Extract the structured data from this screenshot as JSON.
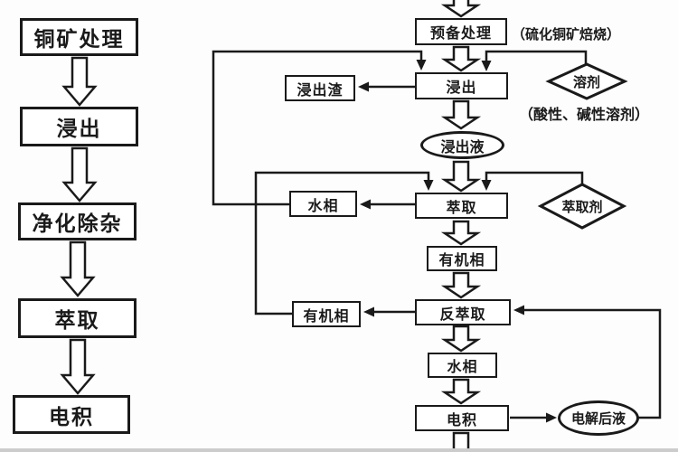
{
  "colors": {
    "line": "#1a1a1a",
    "background": "#fdfdfd",
    "node_fill": "#ffffff"
  },
  "left_flow": {
    "nodes": [
      {
        "label": "铜矿处理"
      },
      {
        "label": "浸出"
      },
      {
        "label": "净化除杂"
      },
      {
        "label": "萃取"
      },
      {
        "label": "电积"
      }
    ]
  },
  "right_flow": {
    "nodes": {
      "prep": "预备处理",
      "leach": "浸出",
      "leachate": "浸出液",
      "extract": "萃取",
      "organic_phase": "有机相",
      "strip": "反萃取",
      "aqueous_phase": "水相",
      "electrowin": "电积"
    },
    "side_nodes": {
      "residue": "浸出渣",
      "aqueous_recycle": "水相",
      "organic_recycle": "有机相"
    },
    "inputs": {
      "solvent": "溶剂",
      "extractant": "萃取剂"
    },
    "outputs": {
      "spent_electrolyte": "电解后液"
    },
    "annotations": {
      "prep_note": "（硫化铜矿焙烧）",
      "solvent_note": "（酸性、碱性溶剂）"
    }
  }
}
